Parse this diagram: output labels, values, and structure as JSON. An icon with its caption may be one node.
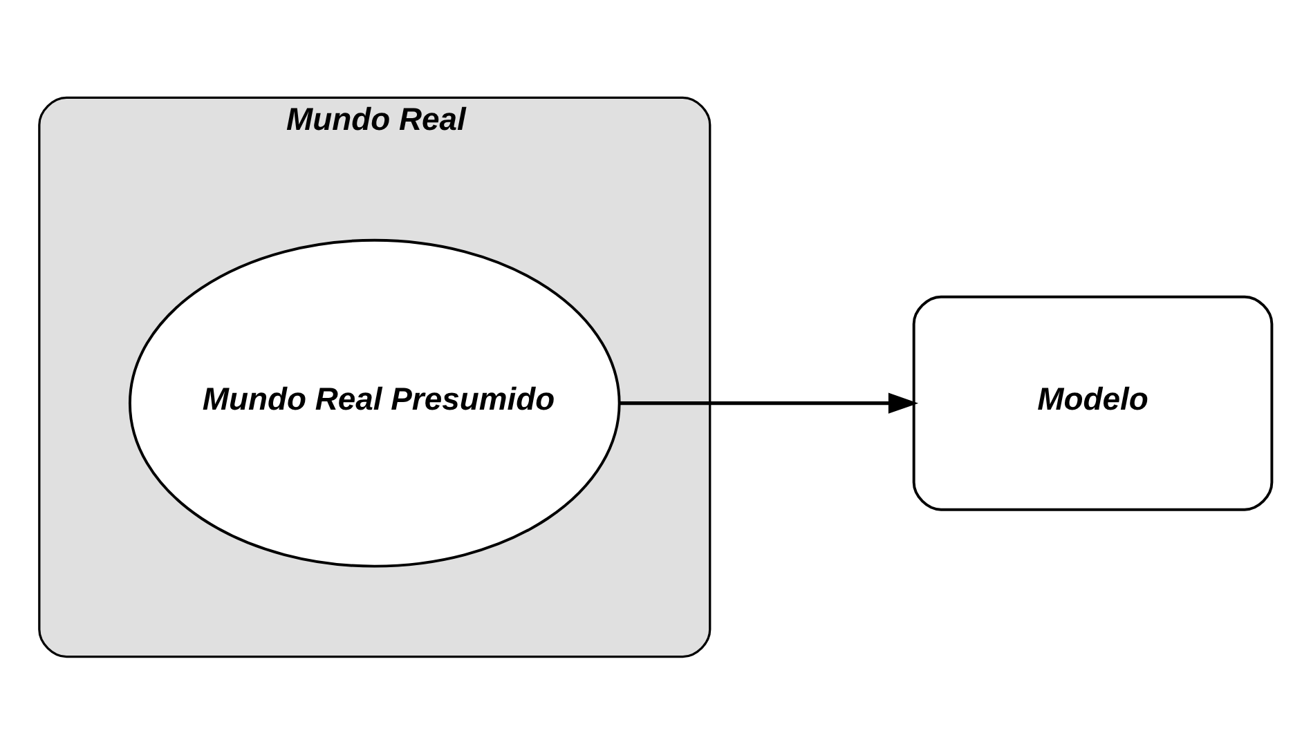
{
  "diagram": {
    "nodes": [
      {
        "text": [
          "Mundo Real"
        ]
      },
      {
        "text": [
          "Mundo Real Presumido"
        ],
        "in": 0
      },
      {
        "text": [
          "Modelo"
        ]
      }
    ],
    "edges": [
      {
        "from": 1,
        "to": 2,
        "arrow": "to"
      }
    ]
  }
}
